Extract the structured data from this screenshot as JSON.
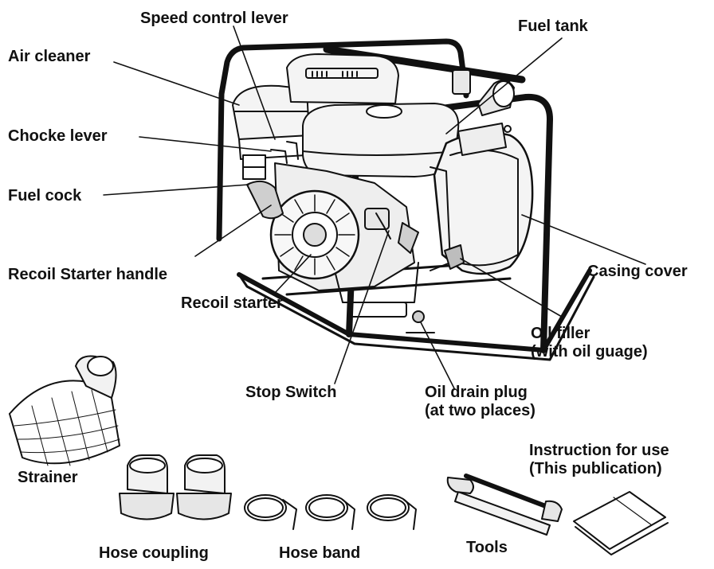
{
  "labels": {
    "speed_control_lever": "Speed control lever",
    "fuel_tank": "Fuel tank",
    "air_cleaner": "Air cleaner",
    "choke_lever": "Chocke lever",
    "fuel_cock": "Fuel cock",
    "recoil_starter_handle": "Recoil Starter handle",
    "casing_cover": "Casing cover",
    "recoil_starter": "Recoil starter",
    "oil_filler_line1": "Oil filler",
    "oil_filler_line2": "(with oil guage)",
    "stop_switch": "Stop Switch",
    "oil_drain_plug_line1": "Oil drain plug",
    "oil_drain_plug_line2": "(at two places)",
    "instruction_line1": "Instruction for use",
    "instruction_line2": "(This publication)",
    "strainer": "Strainer",
    "hose_coupling": "Hose coupling",
    "hose_band": "Hose band",
    "tools": "Tools"
  },
  "colors": {
    "ink": "#111111",
    "body_fill": "#f4f4f4",
    "shade": "#bdbdbd"
  }
}
